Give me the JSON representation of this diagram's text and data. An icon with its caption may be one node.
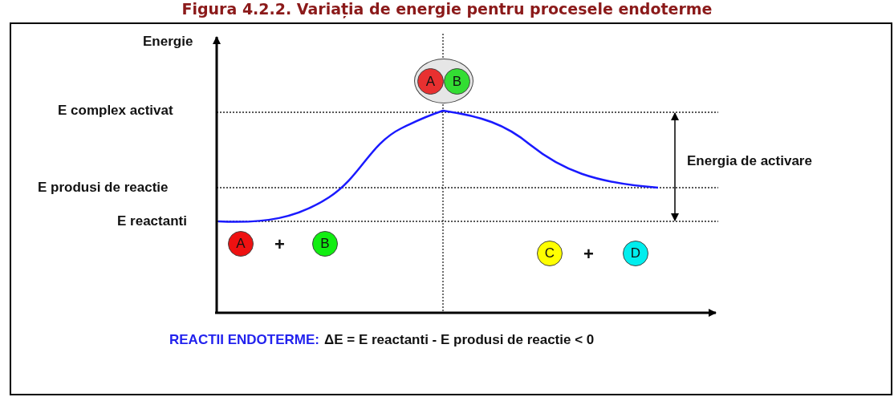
{
  "diagram": {
    "title": "Figura 4.2.2. Variația de energie pentru procesele endoterme",
    "nodes": [
      {
        "text": [],
        "shape": "ellipse"
      },
      {
        "text": [
          "A"
        ],
        "in": 0
      },
      {
        "text": [
          "B"
        ],
        "in": 0
      },
      {
        "text": [
          "A"
        ]
      },
      {
        "text": [
          "B"
        ]
      },
      {
        "text": [
          "C"
        ]
      },
      {
        "text": [
          "D"
        ]
      }
    ],
    "edges": [],
    "labels": [
      "Energie",
      "E complex activat",
      "Energia de activare",
      "E produsi de reactie",
      "E reactanti",
      "+",
      "+",
      "REACTII ENDOTERME:",
      "ΔE = E reactanti - E produsi de reactie < 0"
    ]
  }
}
